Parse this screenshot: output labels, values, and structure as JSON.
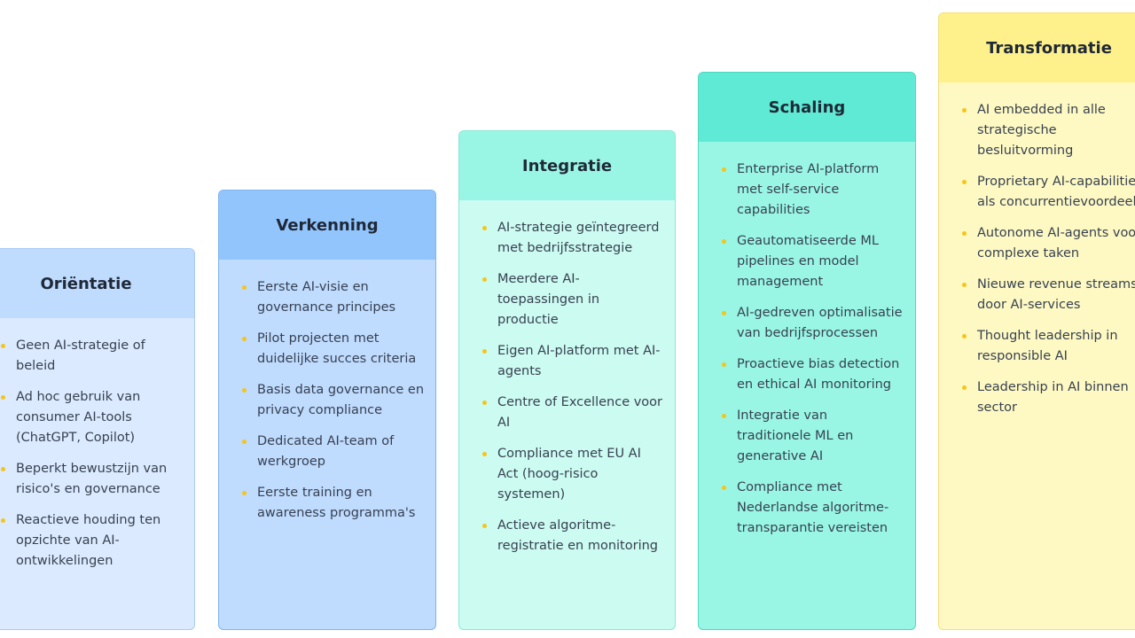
{
  "stages": [
    {
      "title": "Oriëntatie",
      "items": [
        "Geen AI-strategie of beleid",
        "Ad hoc gebruik van consumer AI-tools (ChatGPT, Copilot)",
        "Beperkt bewustzijn van risico's en governance",
        "Reactieve houding ten opzichte van AI-ontwikkelingen"
      ]
    },
    {
      "title": "Verkenning",
      "items": [
        "Eerste AI-visie en governance principes",
        "Pilot projecten met duidelijke succes criteria",
        "Basis data governance en privacy compliance",
        "Dedicated AI-team of werkgroep",
        "Eerste training en awareness programma's"
      ]
    },
    {
      "title": "Integratie",
      "items": [
        "AI-strategie geïntegreerd met bedrijfsstrategie",
        "Meerdere AI-toepassingen in productie",
        "Eigen AI-platform met AI-agents",
        "Centre of Excellence voor AI",
        "Compliance met EU AI Act (hoog-risico systemen)",
        "Actieve algoritme-registratie en monitoring"
      ]
    },
    {
      "title": "Schaling",
      "items": [
        "Enterprise AI-platform met self-service capabilities",
        "Geautomatiseerde ML pipelines en model management",
        "AI-gedreven optimalisatie van bedrijfsprocessen",
        "Proactieve bias detection en ethical AI monitoring",
        "Integratie van traditionele ML en generative AI",
        "Compliance met Nederlandse algoritme-transparantie vereisten"
      ]
    },
    {
      "title": "Transformatie",
      "items": [
        "AI embedded in alle strategische besluitvorming",
        "Proprietary AI-capabilities als concurrentievoordeel",
        "Autonome AI-agents voor complexe taken",
        "Nieuwe revenue streams door AI-services",
        "Thought leadership in responsible AI",
        "Leadership in AI binnen sector"
      ]
    }
  ],
  "colors": {
    "bullet": "#f5c518"
  }
}
